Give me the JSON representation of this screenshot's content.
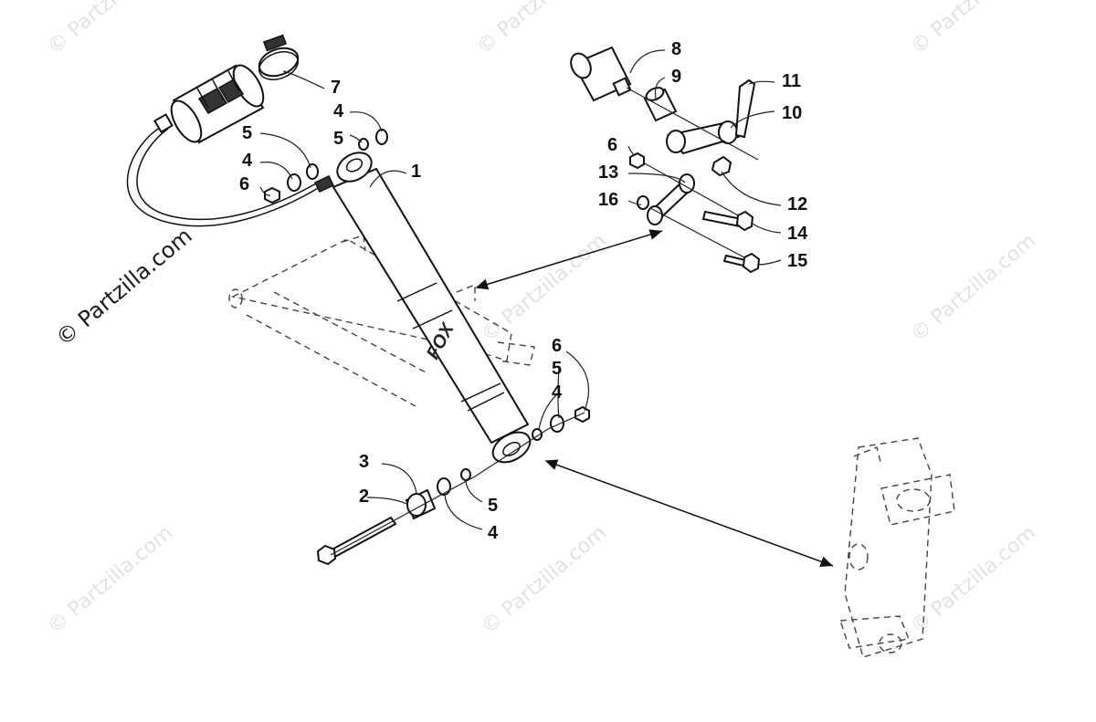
{
  "callouts": [
    "1",
    "2",
    "3",
    "4",
    "5",
    "6",
    "7",
    "8",
    "9",
    "10",
    "11",
    "12",
    "13",
    "14",
    "15",
    "16"
  ],
  "watermark": {
    "small": "© Partzilla.com",
    "big": "© Partzilla.com"
  },
  "shock_decal": "FOX",
  "colors": {
    "ink": "#111111",
    "watermark": "#e2e2e2"
  }
}
